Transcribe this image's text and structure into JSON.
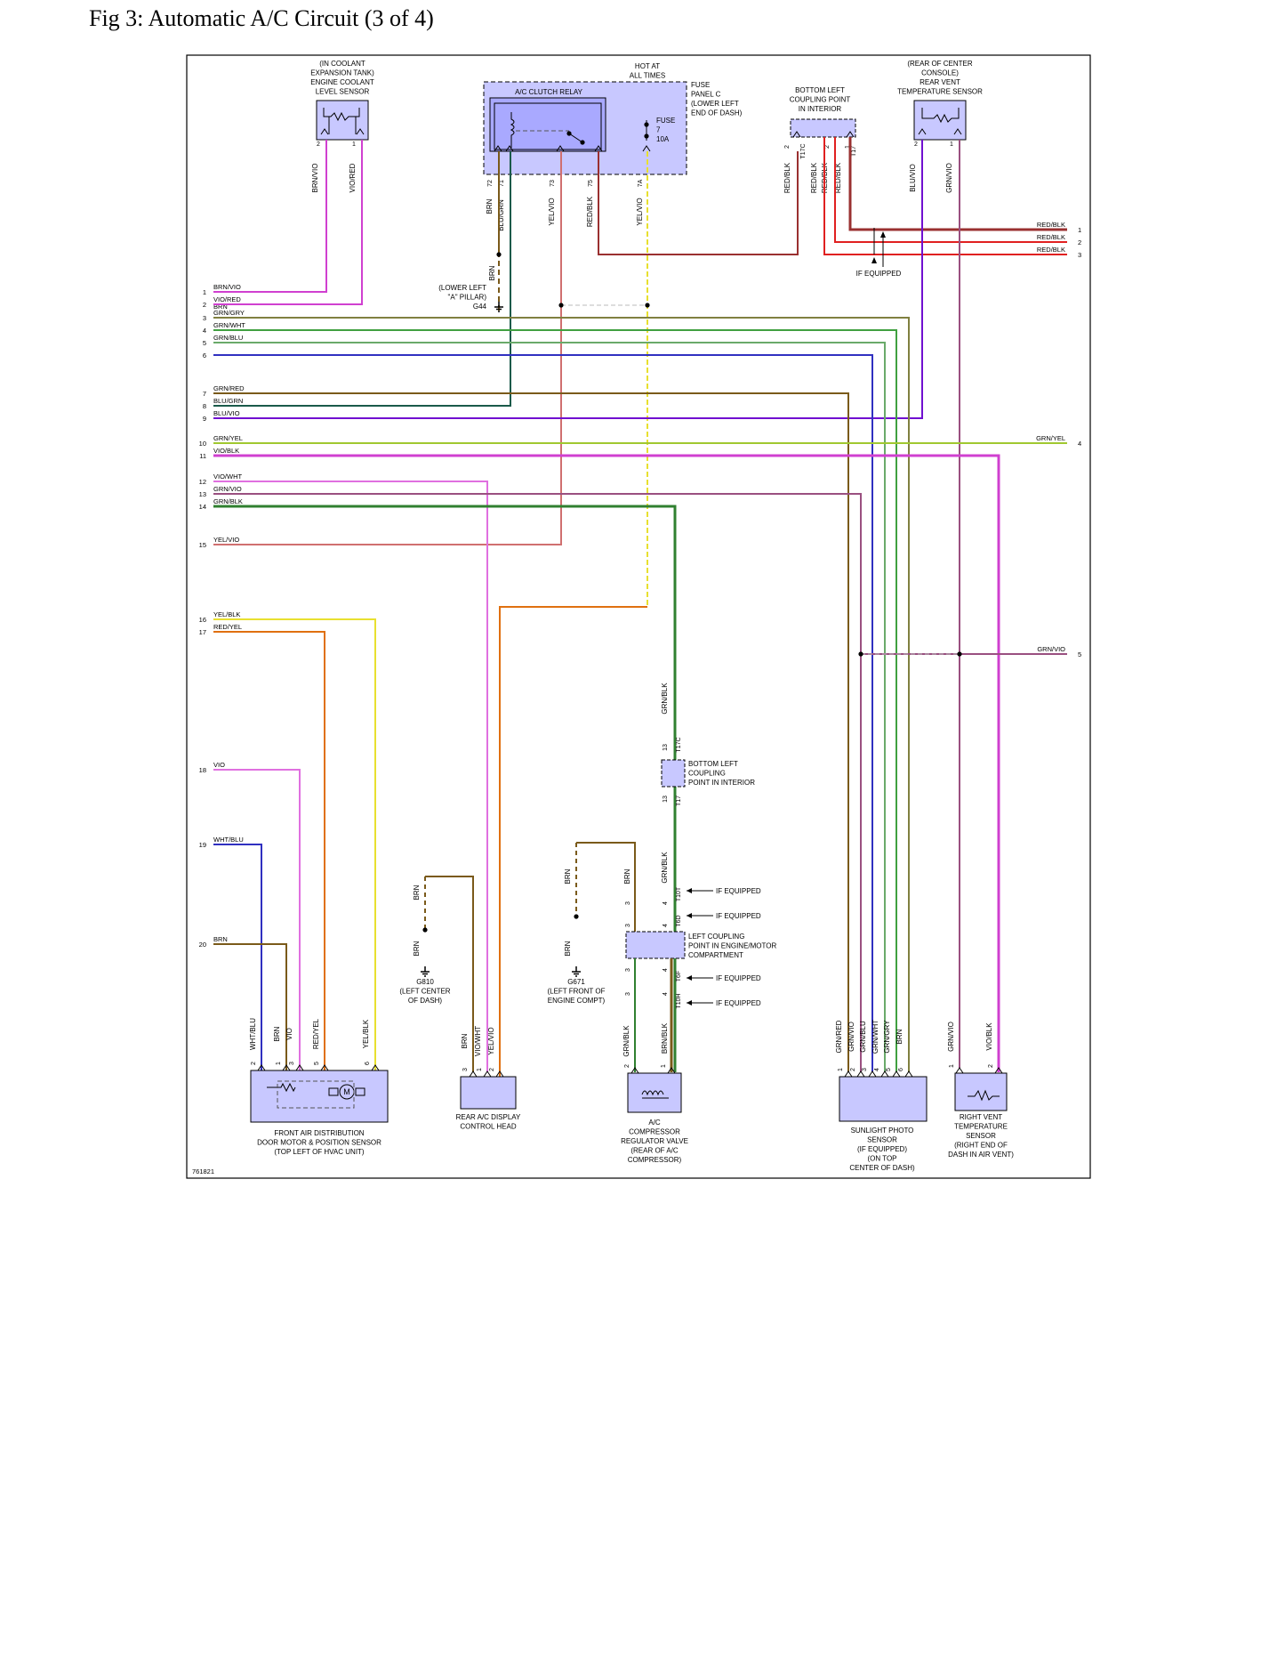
{
  "page": {
    "title": "Fig 3: Automatic A/C Circuit (3 of 4)"
  },
  "diagram": {
    "figure_id": "761821",
    "left_pins": [
      {
        "num": "1",
        "label": "BRN/VIO"
      },
      {
        "num": "2",
        "label": "VIO/RED"
      },
      {
        "num": "",
        "label": "BRN"
      },
      {
        "num": "3",
        "label": "GRN/GRY"
      },
      {
        "num": "4",
        "label": "GRN/WHT"
      },
      {
        "num": "5",
        "label": "GRN/BLU"
      },
      {
        "num": "6",
        "label": ""
      },
      {
        "num": "7",
        "label": "GRN/RED"
      },
      {
        "num": "8",
        "label": "BLU/GRN"
      },
      {
        "num": "9",
        "label": "BLU/VIO"
      },
      {
        "num": "10",
        "label": "GRN/YEL"
      },
      {
        "num": "11",
        "label": "VIO/BLK"
      },
      {
        "num": "12",
        "label": "VIO/WHT"
      },
      {
        "num": "13",
        "label": "GRN/VIO"
      },
      {
        "num": "14",
        "label": "GRN/BLK"
      },
      {
        "num": "15",
        "label": "YEL/VIO"
      },
      {
        "num": "16",
        "label": "YEL/BLK"
      },
      {
        "num": "17",
        "label": "RED/YEL"
      },
      {
        "num": "18",
        "label": "VIO"
      },
      {
        "num": "19",
        "label": "WHT/BLU"
      },
      {
        "num": "20",
        "label": "BRN"
      }
    ],
    "right_pins": [
      {
        "num": "1",
        "label": "RED/BLK"
      },
      {
        "num": "2",
        "label": "RED/BLK"
      },
      {
        "num": "3",
        "label": "RED/BLK"
      },
      {
        "num": "4",
        "label": "GRN/YEL"
      },
      {
        "num": "5",
        "label": "GRN/VIO"
      }
    ],
    "components": {
      "coolant_sensor": [
        "(IN COOLANT",
        "EXPANSION TANK)",
        "ENGINE COOLANT",
        "LEVEL SENSOR"
      ],
      "hot_at_all_times": [
        "HOT AT",
        "ALL TIMES"
      ],
      "ac_clutch_relay": "A/C CLUTCH RELAY",
      "fuse_panel_c": [
        "FUSE",
        "PANEL C",
        "(LOWER LEFT",
        "END OF DASH)"
      ],
      "fuse": [
        "FUSE",
        "7",
        "10A"
      ],
      "bottom_left_coupling_top": [
        "BOTTOM LEFT",
        "COUPLING POINT",
        "IN INTERIOR"
      ],
      "rear_vent_sensor": [
        "(REAR OF CENTER",
        "CONSOLE)",
        "REAR VENT",
        "TEMPERATURE SENSOR"
      ],
      "g44": [
        "(LOWER LEFT",
        "\"A\" PILLAR)",
        "G44"
      ],
      "if_equipped": "IF EQUIPPED",
      "bottom_left_coupling_mid": [
        "BOTTOM LEFT",
        "COUPLING",
        "POINT IN INTERIOR"
      ],
      "left_coupling_engine": [
        "LEFT COUPLING",
        "POINT IN ENGINE/MOTOR",
        "COMPARTMENT"
      ],
      "g810": [
        "G810",
        "(LEFT CENTER",
        "OF DASH)"
      ],
      "g671": [
        "G671",
        "(LEFT FRONT OF",
        "ENGINE COMPT)"
      ],
      "front_air_distribution": [
        "FRONT AIR DISTRIBUTION",
        "DOOR MOTOR & POSITION SENSOR",
        "(TOP LEFT OF HVAC UNIT)"
      ],
      "rear_ac_display": [
        "REAR A/C DISPLAY",
        "CONTROL HEAD"
      ],
      "ac_compressor_valve": [
        "A/C",
        "COMPRESSOR",
        "REGULATOR VALVE",
        "(REAR OF A/C",
        "COMPRESSOR)"
      ],
      "sunlight_sensor": [
        "SUNLIGHT PHOTO",
        "SENSOR",
        "(IF EQUIPPED)",
        "(ON TOP",
        "CENTER OF DASH)"
      ],
      "right_vent_sensor": [
        "RIGHT VENT",
        "TEMPERATURE",
        "SENSOR",
        "(RIGHT END OF",
        "DASH IN AIR VENT)"
      ]
    },
    "vertical_wire_labels": {
      "coolant": [
        "BRN/VIO",
        "VIO/RED"
      ],
      "relay": [
        "BRN",
        "BLU/GRN",
        "YEL/VIO",
        "RED/BLK",
        "YEL/VIO"
      ],
      "relay_pins": [
        "72",
        "71",
        "73",
        "75",
        "7A"
      ],
      "coupling_top": [
        "RED/BLK",
        "RED/BLK",
        "RED/BLK",
        "RED/BLK"
      ],
      "coupling_top_pins": [
        "2",
        "2",
        "1"
      ],
      "coupling_top_conn": [
        "T17C",
        "T17"
      ],
      "rear_vent": [
        "BLU/VIO",
        "GRN/VIO"
      ],
      "g44_wire": "BRN",
      "grnblk": "GRN/BLK",
      "brn": "BRN",
      "brnblk": "BRN/BLK",
      "coupling_mid_pin": "13",
      "coupling_mid_conn": [
        "T17C",
        "T17"
      ],
      "engine_coupling_pins": [
        "3",
        "4"
      ],
      "engine_coupling_conn": [
        "T10T",
        "T6D",
        "T6F",
        "T10H"
      ],
      "motor": [
        "WHT/BLU",
        "BRN",
        "VIO",
        "RED/YEL",
        "YEL/BLK"
      ],
      "rear_display": [
        "BRN",
        "VIO/WHT",
        "YEL/VIO"
      ],
      "compressor": [
        "GRN/BLK",
        "BRN/BLK"
      ],
      "sunlight": [
        "GRN/RED",
        "GRN/VIO",
        "GRN/BLU",
        "GRN/WHT",
        "GRN/GRY",
        "BRN"
      ],
      "right_vent": [
        "GRN/VIO",
        "VIO/BLK"
      ]
    },
    "colors": {
      "component_fill": "#c8c8ff",
      "relay_fill": "#a9a9ff",
      "brn": "#7a5a1a",
      "vio": "#d040d0",
      "red": "#e02020",
      "redblk": "#9a3030",
      "grn": "#308030",
      "yel": "#e8e030",
      "blu": "#3030c0",
      "blugrn": "#1a5a4a",
      "bluvio": "#7010d0",
      "grnyel": "#a0c830",
      "grnvio": "#9a5080",
      "yelvio": "#d07070",
      "redyel": "#e07010",
      "grngry": "#808040",
      "grnwht": "#40a040",
      "grnblu": "#5a8a8a"
    }
  }
}
